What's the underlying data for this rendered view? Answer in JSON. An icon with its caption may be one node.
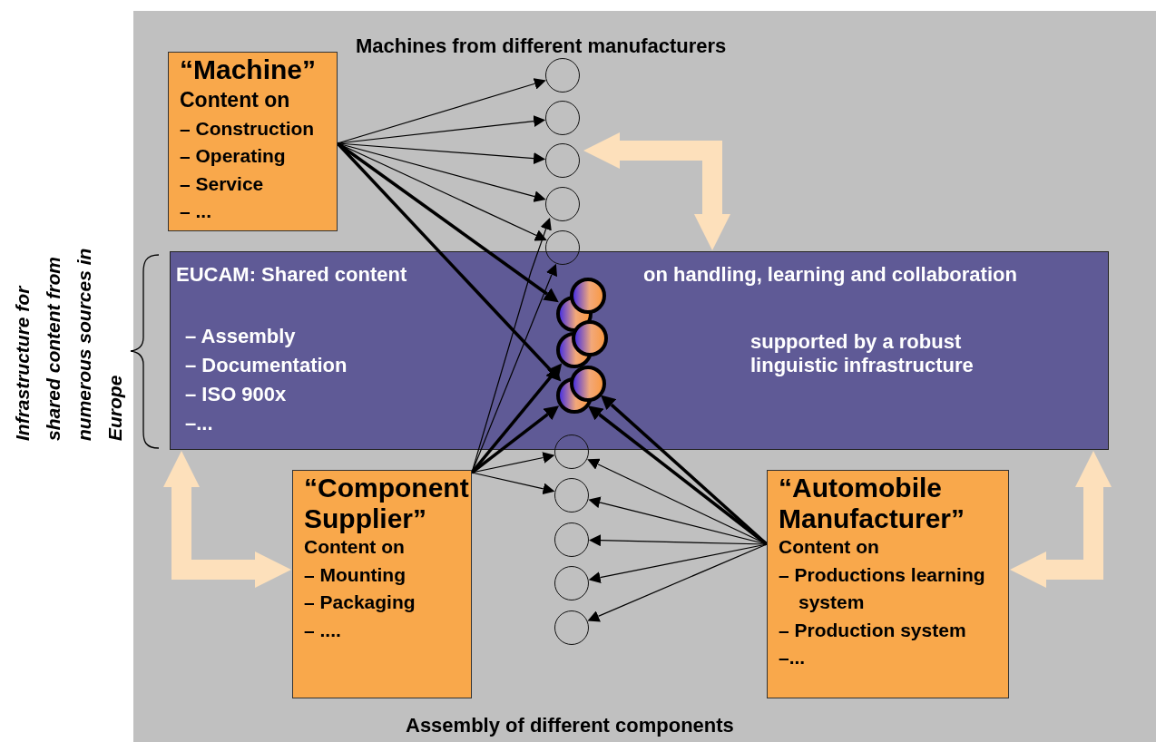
{
  "diagram": {
    "nodes": [
      {
        "text": [
          "“Machine”",
          "Content on",
          "– Construction",
          "– Operating",
          "– Service",
          "– ..."
        ]
      },
      {
        "text": [
          "EUCAM: Shared content",
          "on handling, learning and collaboration",
          "– Assembly",
          "– Documentation",
          "– ISO 900x",
          "–...",
          "supported by a robust linguistic infrastructure"
        ]
      },
      {
        "text": [
          "“Component Supplier”",
          "Content on",
          "– Mounting",
          "– Packaging",
          "– ...."
        ]
      },
      {
        "text": [
          "“Automobile Manufacturer”",
          "Content on",
          "– Productions learning system",
          "– Production system",
          "–..."
        ]
      },
      {
        "text": [],
        "shape": "circle"
      },
      {
        "text": [],
        "shape": "circle"
      },
      {
        "text": [],
        "shape": "circle"
      },
      {
        "text": [],
        "shape": "circle"
      },
      {
        "text": [],
        "shape": "circle"
      },
      {
        "text": [],
        "shape": "circle",
        "in": 1
      },
      {
        "text": [],
        "shape": "circle",
        "in": 1
      },
      {
        "text": [],
        "shape": "circle",
        "in": 1
      },
      {
        "text": [],
        "shape": "circle",
        "in": 1
      },
      {
        "text": [],
        "shape": "circle",
        "in": 1
      },
      {
        "text": [],
        "shape": "circle",
        "in": 1
      },
      {
        "text": [],
        "shape": "circle"
      },
      {
        "text": [],
        "shape": "circle"
      },
      {
        "text": [],
        "shape": "circle"
      },
      {
        "text": [],
        "shape": "circle"
      },
      {
        "text": [],
        "shape": "circle"
      }
    ],
    "edges": [
      {
        "from": 0,
        "to": 4,
        "arrow": "to"
      },
      {
        "from": 0,
        "to": 5,
        "arrow": "to"
      },
      {
        "from": 0,
        "to": 6,
        "arrow": "to"
      },
      {
        "from": 0,
        "to": 7,
        "arrow": "to"
      },
      {
        "from": 0,
        "to": 8,
        "arrow": "to"
      },
      {
        "from": 0,
        "to": 10,
        "arrow": "to",
        "style": "thick"
      },
      {
        "from": 0,
        "to": 14,
        "arrow": "to",
        "style": "thick"
      },
      {
        "from": 2,
        "to": 7,
        "arrow": "to"
      },
      {
        "from": 2,
        "to": 8,
        "arrow": "to"
      },
      {
        "from": 2,
        "to": 12,
        "arrow": "to",
        "style": "thick"
      },
      {
        "from": 2,
        "to": 14,
        "arrow": "to",
        "style": "thick"
      },
      {
        "from": 2,
        "to": 15,
        "arrow": "to"
      },
      {
        "from": 2,
        "to": 16,
        "arrow": "to"
      },
      {
        "from": 3,
        "to": 13,
        "arrow": "to",
        "style": "thick"
      },
      {
        "from": 3,
        "to": 14,
        "arrow": "to",
        "style": "thick"
      },
      {
        "from": 3,
        "to": 15,
        "arrow": "to"
      },
      {
        "from": 3,
        "to": 16,
        "arrow": "to"
      },
      {
        "from": 3,
        "to": 17,
        "arrow": "to"
      },
      {
        "from": 3,
        "to": 18,
        "arrow": "to"
      },
      {
        "from": 3,
        "to": 19,
        "arrow": "to"
      },
      {
        "from": 6,
        "to": 1,
        "arrow": "both",
        "style": "thick",
        "color": "#fde0bb"
      },
      {
        "from": 1,
        "to": 2,
        "arrow": "both",
        "style": "thick",
        "color": "#fde0bb"
      },
      {
        "from": 1,
        "to": 3,
        "arrow": "both",
        "style": "thick",
        "color": "#fde0bb"
      }
    ],
    "labels": [
      "Machines from different manufacturers",
      "Infrastructure for shared content from numerous sources in Europe",
      "Assembly of different components"
    ]
  }
}
